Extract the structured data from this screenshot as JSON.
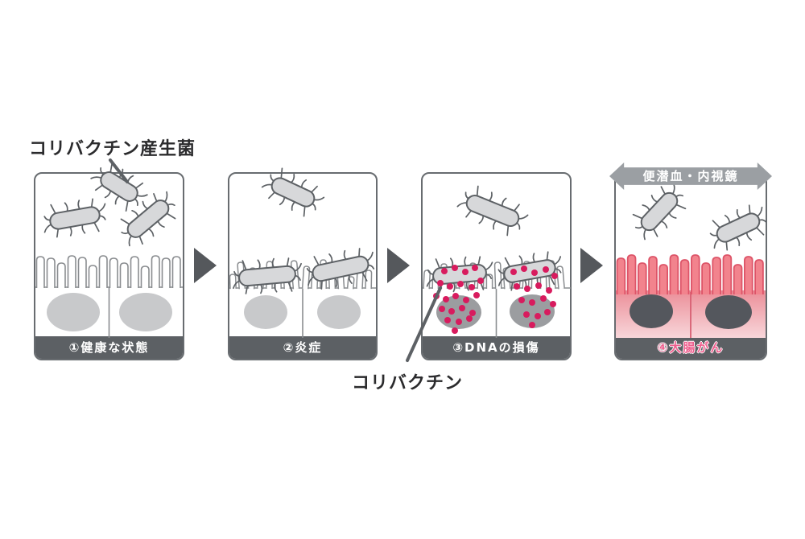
{
  "labels": {
    "producer": "コリバクチン産生菌",
    "colibactin": "コリバクチン"
  },
  "panels": [
    {
      "caption": "①健康な状態"
    },
    {
      "caption": "②炎症"
    },
    {
      "caption": "③DNAの損傷"
    },
    {
      "caption": "④大腸がん",
      "banner": "便潜血・内視鏡"
    }
  ],
  "colors": {
    "caption_bar_bg": "#5c6064",
    "caption_text": "#ffffff",
    "cancer_caption_text": "#ee5f8e",
    "banner_bg": "#9b9fa3",
    "banner_text": "#ffffff",
    "step_arrow": "#55585c",
    "bacteria_fill": "#d7d8da",
    "outline_gray": "#5d6165",
    "villi_stroke": "#8a8d90",
    "nucleus_light": "#c8c9cb",
    "nucleus_damaged": "#9b9da0",
    "nucleus_cancer": "#54575d",
    "dot_pink": "#d81b5e",
    "cancer_villi_fill": "#f2838d",
    "cancer_villi_stroke": "#dd5468",
    "cancer_cell_top": "#eb8e98",
    "cancer_cell_bottom": "#f8d6da",
    "cancer_divider": "#d85f72",
    "label_text": "#2b2b2d"
  }
}
